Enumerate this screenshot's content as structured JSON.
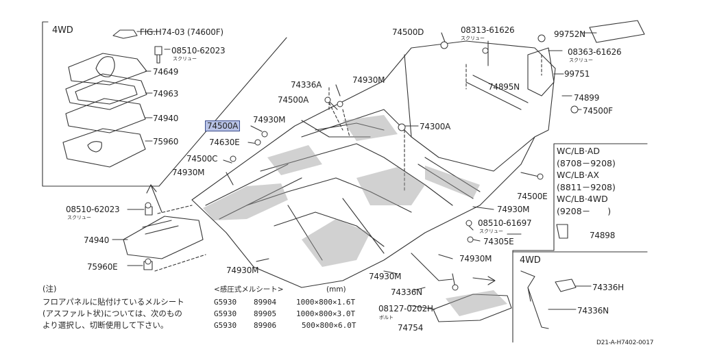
{
  "diagram_code": "D21-A-H7402-0017",
  "inset_4wd_top": {
    "title": "4WD",
    "fig_ref": "FIG.H74-03 (74600F)",
    "bolt": "08510-62023",
    "bolt_note": "スクリュー",
    "parts": [
      "74649",
      "74963",
      "74940",
      "75960"
    ]
  },
  "main_labels": {
    "p74500D": "74500D",
    "p08313": "08313-61626",
    "p08313_note": "スクリュー",
    "p99752N": "99752N",
    "p08363": "08363-61626",
    "p08363_note": "スクリュー",
    "p99751": "99751",
    "p74899": "74899",
    "p74500F": "74500F",
    "p74336A": "74336A",
    "p74930M_1": "74930M",
    "p74500A_1": "74500A",
    "p74895N": "74895N",
    "p74500A_hl": "74500A",
    "p74930M_2": "74930M",
    "p74300A": "74300A",
    "p74630E": "74630E",
    "p74500C": "74500C",
    "p74930M_3": "74930M",
    "p74500E": "74500E",
    "p74930M_4": "74930M",
    "p08510_61697": "08510-61697",
    "p08510_61697_note": "スクリュー",
    "p74305E": "74305E",
    "p74930M_5": "74930M",
    "p74930M_6": "74930M",
    "p74930M_7": "74930M",
    "p74336N": "74336N",
    "p08127": "08127-0202H",
    "p08127_note": "ボルト",
    "p74754": "74754",
    "p74898": "74898"
  },
  "left_group": {
    "bolt": "08510-62023",
    "bolt_note": "スクリュー",
    "p74940": "74940",
    "p75960E": "75960E"
  },
  "applicability": {
    "lines": [
      "WC/LB·AD",
      "(8708－9208)",
      "WC/LB·AX",
      "(8811－9208)",
      "WC/LB·4WD",
      "(9208－　　)"
    ]
  },
  "inset_4wd_bottom": {
    "title": "4WD",
    "p74336H": "74336H",
    "p74336N": "74336N"
  },
  "note": {
    "title": "(注)",
    "lines": [
      "フロアパネルに貼付けているメルシート",
      "(アスファルト状)については、次のもの",
      "より選択し、切断使用して下さい。"
    ],
    "header_type": "<感圧式メルシート>",
    "header_unit": "(mm)",
    "rows": [
      {
        "code": "G5930",
        "num": "89904",
        "size": "1000×800×1.6T"
      },
      {
        "code": "G5930",
        "num": "89905",
        "size": "1000×800×3.0T"
      },
      {
        "code": "G5930",
        "num": "89906",
        "size": "500×800×6.0T"
      }
    ]
  }
}
